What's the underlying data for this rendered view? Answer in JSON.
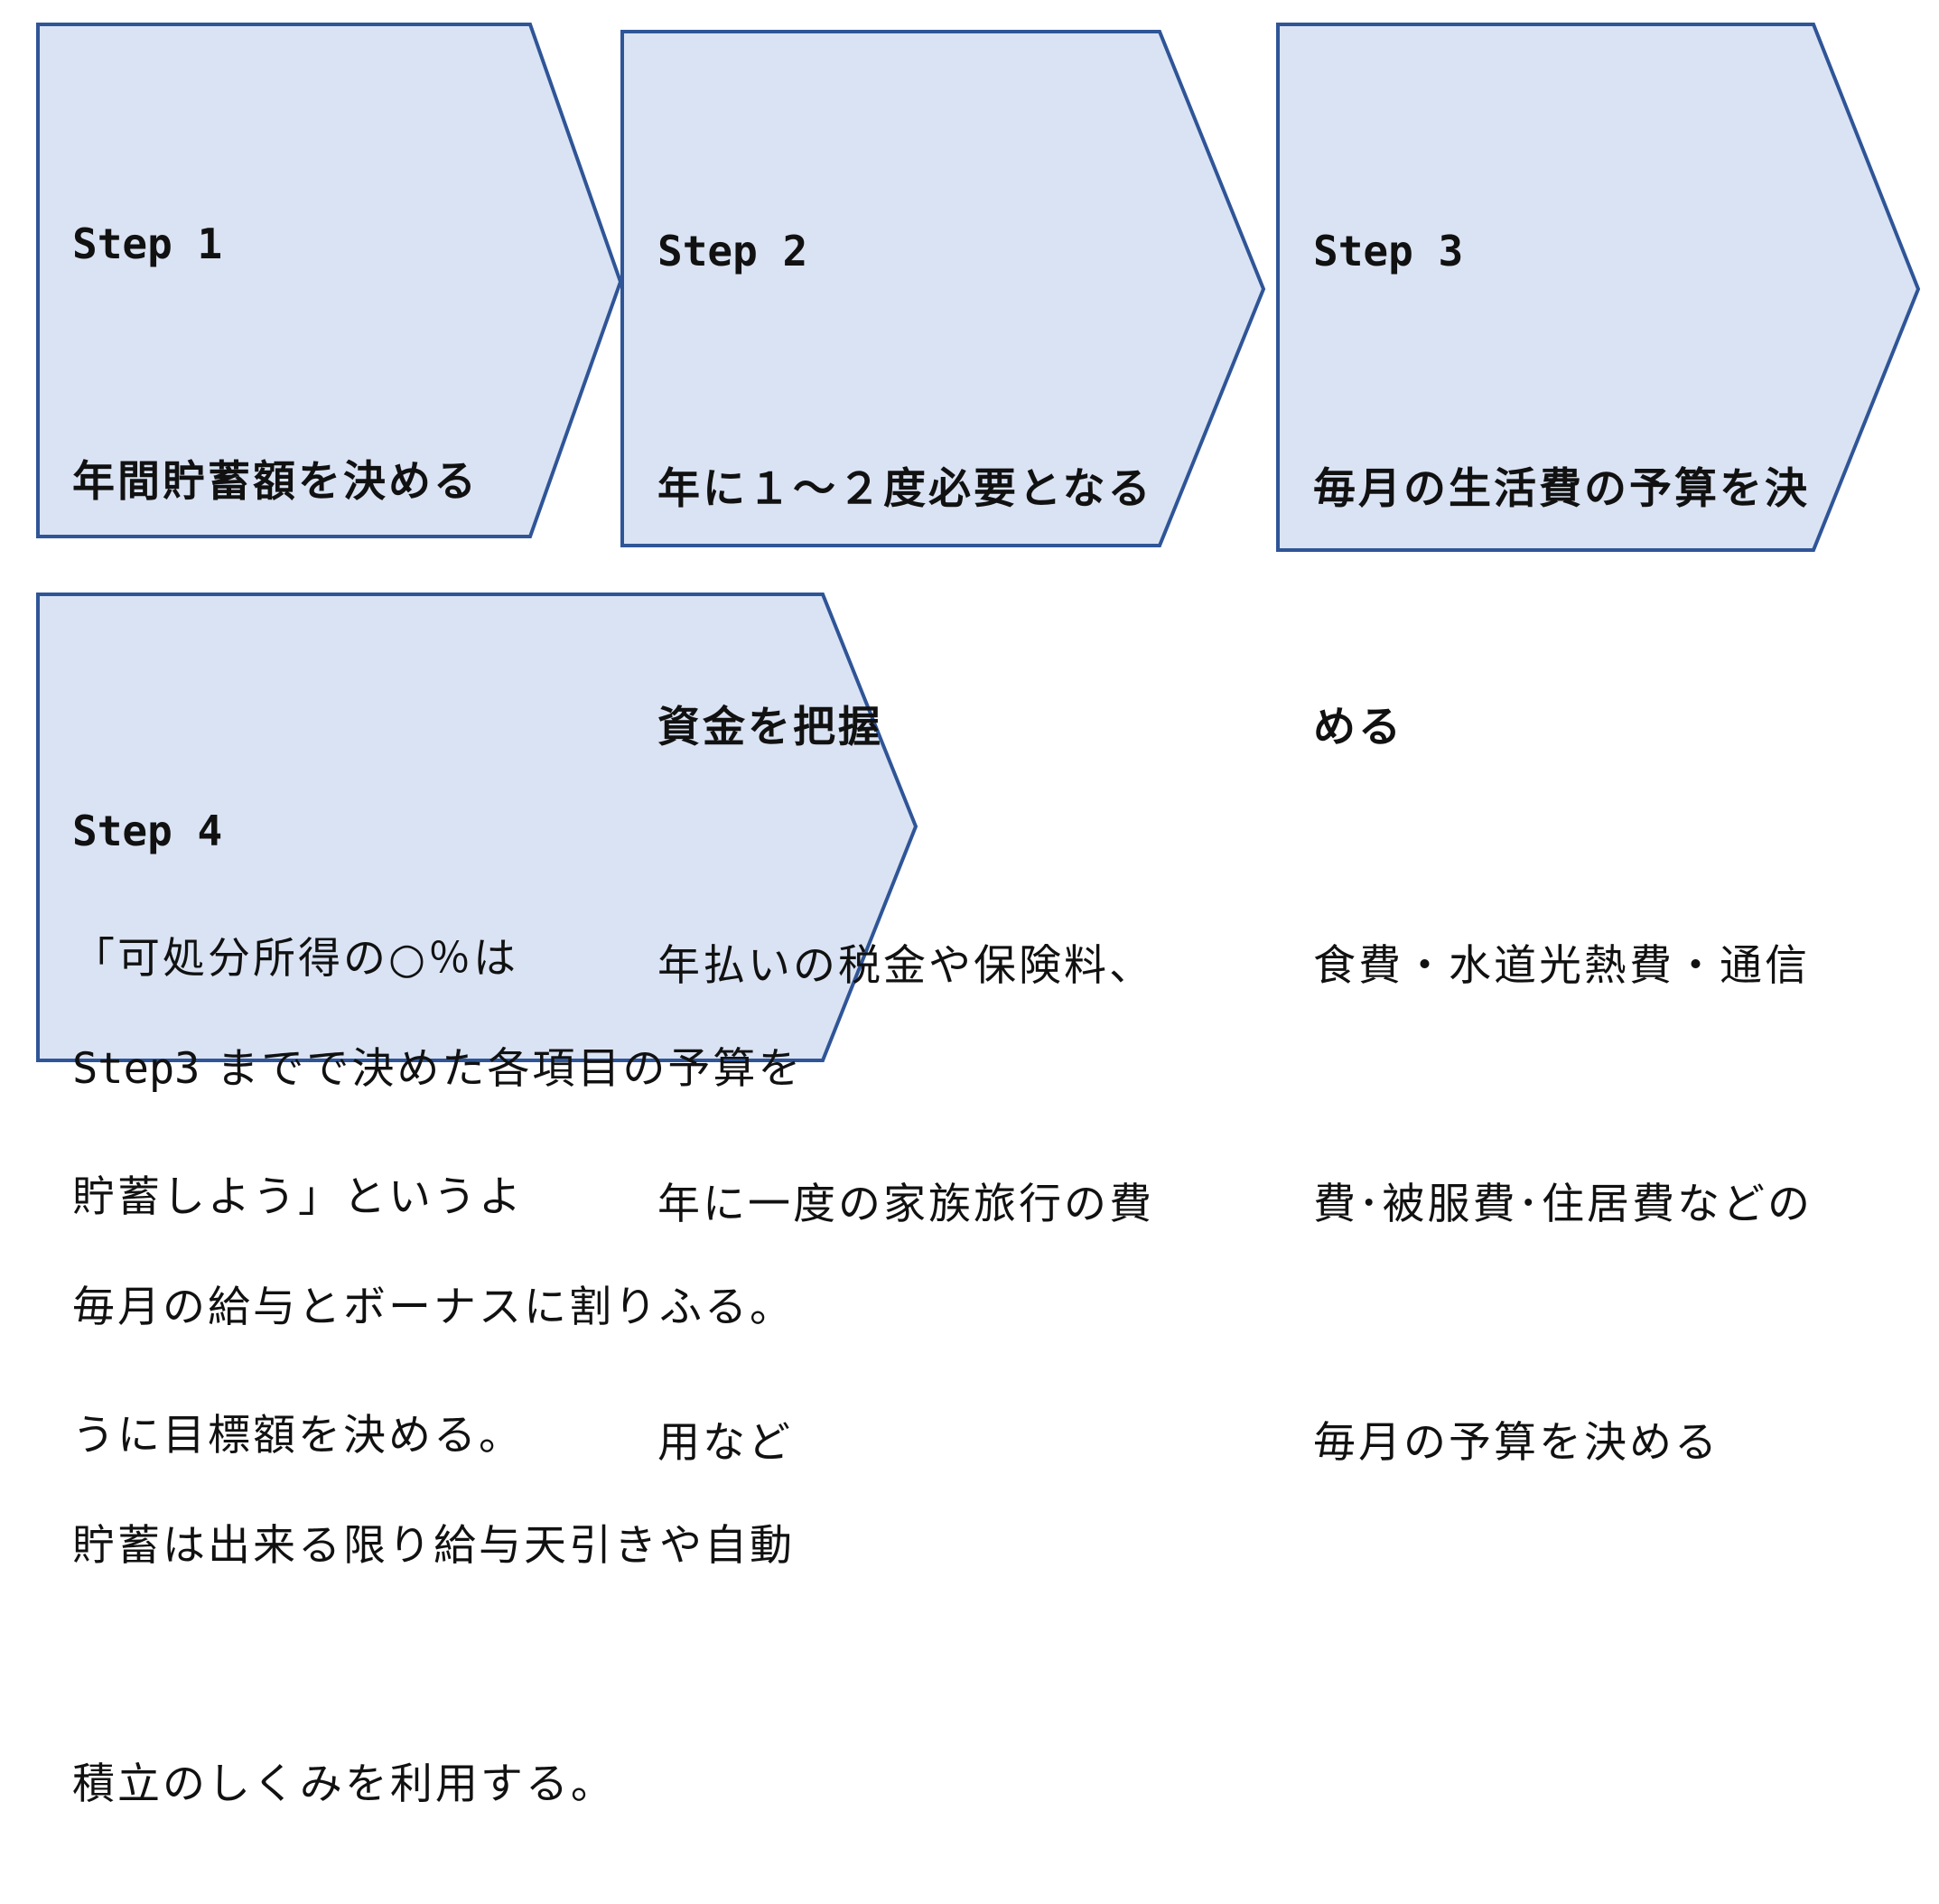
{
  "colors": {
    "fill": "#dae3f3",
    "stroke": "#2f5597",
    "text": "#111111"
  },
  "steps": [
    {
      "label": "Step 1",
      "title": "年間貯蓄額を決める",
      "body": [
        "「可処分所得の○％は",
        "貯蓄しよう」というよ",
        "うに目標額を決める。"
      ]
    },
    {
      "label": "Step 2",
      "title": [
        "年に１～２度必要となる",
        "資金を把握"
      ],
      "body": [
        "年払いの税金や保険料、",
        "年に一度の家族旅行の費",
        "用など"
      ]
    },
    {
      "label": "Step 3",
      "title": [
        "毎月の生活費の予算を決",
        "める"
      ],
      "body": [
        "食費・水道光熱費・通信",
        "費･被服費･住居費などの",
        "毎月の予算を決める"
      ]
    },
    {
      "label": "Step 4",
      "body_prefix": "Step3",
      "body": [
        "までで決めた各項目の予算を",
        "毎月の給与とボーナスに割りふる。",
        "貯蓄は出来る限り給与天引きや自動",
        "積立のしくみを利用する。"
      ]
    }
  ]
}
